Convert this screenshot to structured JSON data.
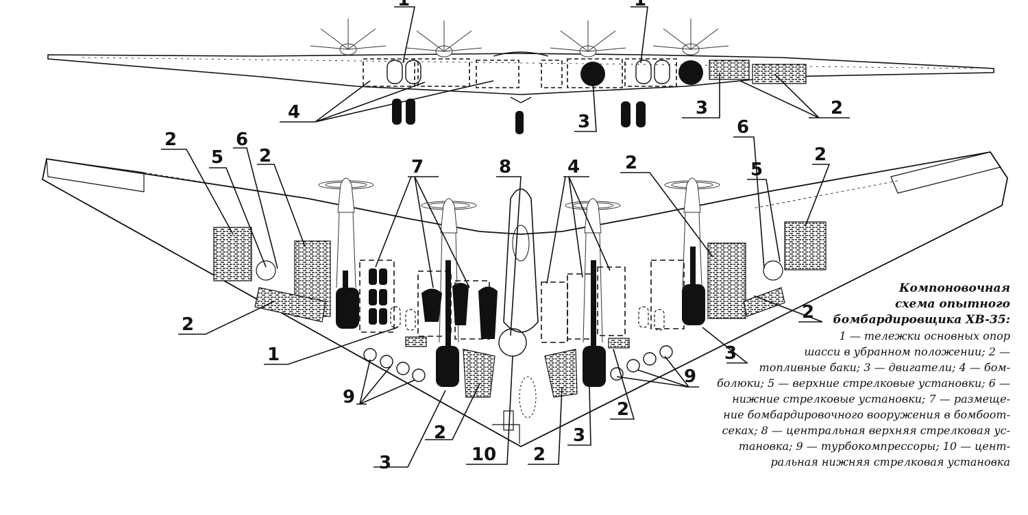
{
  "callouts": {
    "top": [
      {
        "key": "t1a",
        "text": "1"
      },
      {
        "key": "t1b",
        "text": "1"
      },
      {
        "key": "t4",
        "text": "4"
      },
      {
        "key": "t3a",
        "text": "3"
      },
      {
        "key": "t3b",
        "text": "3"
      },
      {
        "key": "t2",
        "text": "2"
      }
    ],
    "bottom": [
      {
        "key": "b2a",
        "text": "2"
      },
      {
        "key": "b5a",
        "text": "5"
      },
      {
        "key": "b6a",
        "text": "6"
      },
      {
        "key": "b2b",
        "text": "2"
      },
      {
        "key": "b7",
        "text": "7"
      },
      {
        "key": "b8",
        "text": "8"
      },
      {
        "key": "b4",
        "text": "4"
      },
      {
        "key": "b2c",
        "text": "2"
      },
      {
        "key": "b6b",
        "text": "6"
      },
      {
        "key": "b5b",
        "text": "5"
      },
      {
        "key": "b2d",
        "text": "2"
      },
      {
        "key": "b2e",
        "text": "2"
      },
      {
        "key": "b1",
        "text": "1"
      },
      {
        "key": "b9a",
        "text": "9"
      },
      {
        "key": "b2f",
        "text": "2"
      },
      {
        "key": "b3a",
        "text": "3"
      },
      {
        "key": "b10",
        "text": "10"
      },
      {
        "key": "b2g",
        "text": "2"
      },
      {
        "key": "b3b",
        "text": "3"
      },
      {
        "key": "b2h",
        "text": "2"
      },
      {
        "key": "b9b",
        "text": "9"
      },
      {
        "key": "b3c",
        "text": "3"
      },
      {
        "key": "b2i",
        "text": "2"
      }
    ]
  },
  "caption": {
    "title_lines": [
      "Компоновочная",
      "схема опытного",
      "бомбардировщика XB-35:"
    ],
    "body_lines": [
      "1 — тележки основных опор",
      "шасси в убранном положении; 2 —",
      "топливные баки; 3 — двигатели; 4 — бом-",
      "болюки; 5 — верхние стрелковые установки; 6 —",
      "нижние стрелковые установки; 7 — размеще-",
      "ние бомбардировочного вооружения в бомбоот-",
      "секах; 8 — центральная верхняя стрелковая ус-",
      "тановка; 9 — турбокомпрессоры; 10 — цент-",
      "ральная нижняя стрелковая установка"
    ]
  },
  "icons": [
    "front-view-aircraft",
    "plan-view-aircraft",
    "propeller-icon",
    "engine-icon",
    "bomb-icon",
    "fuel-tank-hatch",
    "turbocharger-circle"
  ]
}
